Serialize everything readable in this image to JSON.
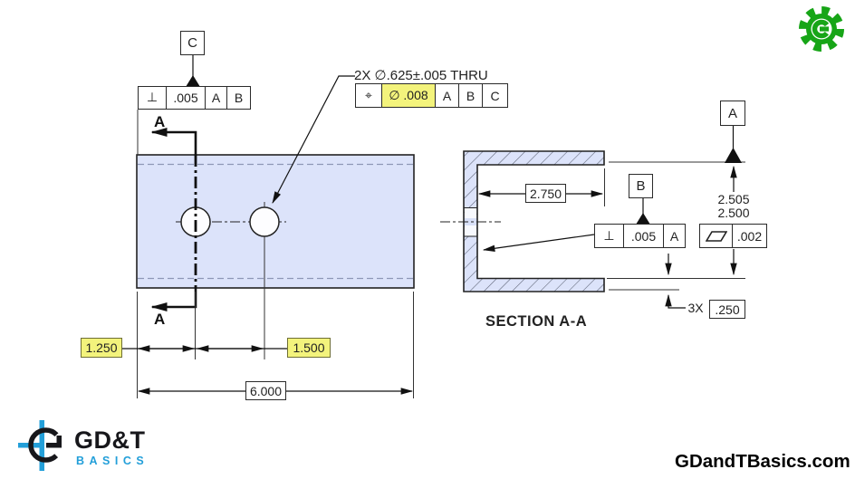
{
  "branding": {
    "wordmark": "GD&T",
    "subtitle": "BASICS",
    "website": "GDandTBasics.com",
    "gear_icon": "green-gear-with-e",
    "logo_mark_icon": "crosshair-g-target"
  },
  "colors": {
    "part_fill": "#dce3fa",
    "highlight_yellow": "#f3f37c",
    "gear_green": "#17a517",
    "logo_blue": "#239fd9",
    "hidden_line": "#8d96b6",
    "hatch": "#5b6172"
  },
  "drawing": {
    "section_label": "SECTION A-A",
    "cutting_plane_letter_top": "A",
    "cutting_plane_letter_bottom": "A",
    "datum_a": "A",
    "datum_b": "B",
    "datum_c": "C",
    "hole_note": "2X  ∅.625±.005 THRU",
    "fcf_hole": {
      "symbol": "position",
      "symbol_glyph": "⌖",
      "tolerance": "∅ .008",
      "ref1": "A",
      "ref2": "B",
      "ref3": "C"
    },
    "fcf_left": {
      "symbol": "perpendicularity",
      "symbol_glyph": "⊥",
      "tolerance": ".005",
      "ref1": "A",
      "ref2": "B"
    },
    "fcf_section": {
      "symbol": "perpendicularity",
      "symbol_glyph": "⊥",
      "tolerance": ".005",
      "ref1": "A"
    },
    "fcf_parallelism": {
      "symbol": "parallelism",
      "tolerance": ".002"
    },
    "dimensions": {
      "d1250": "1.250",
      "d1500": "1.500",
      "d6000": "6.000",
      "d2750": "2.750",
      "d2505": "2.505",
      "d2500": "2.500",
      "count_3x": "3X",
      "d250": ".250"
    }
  }
}
